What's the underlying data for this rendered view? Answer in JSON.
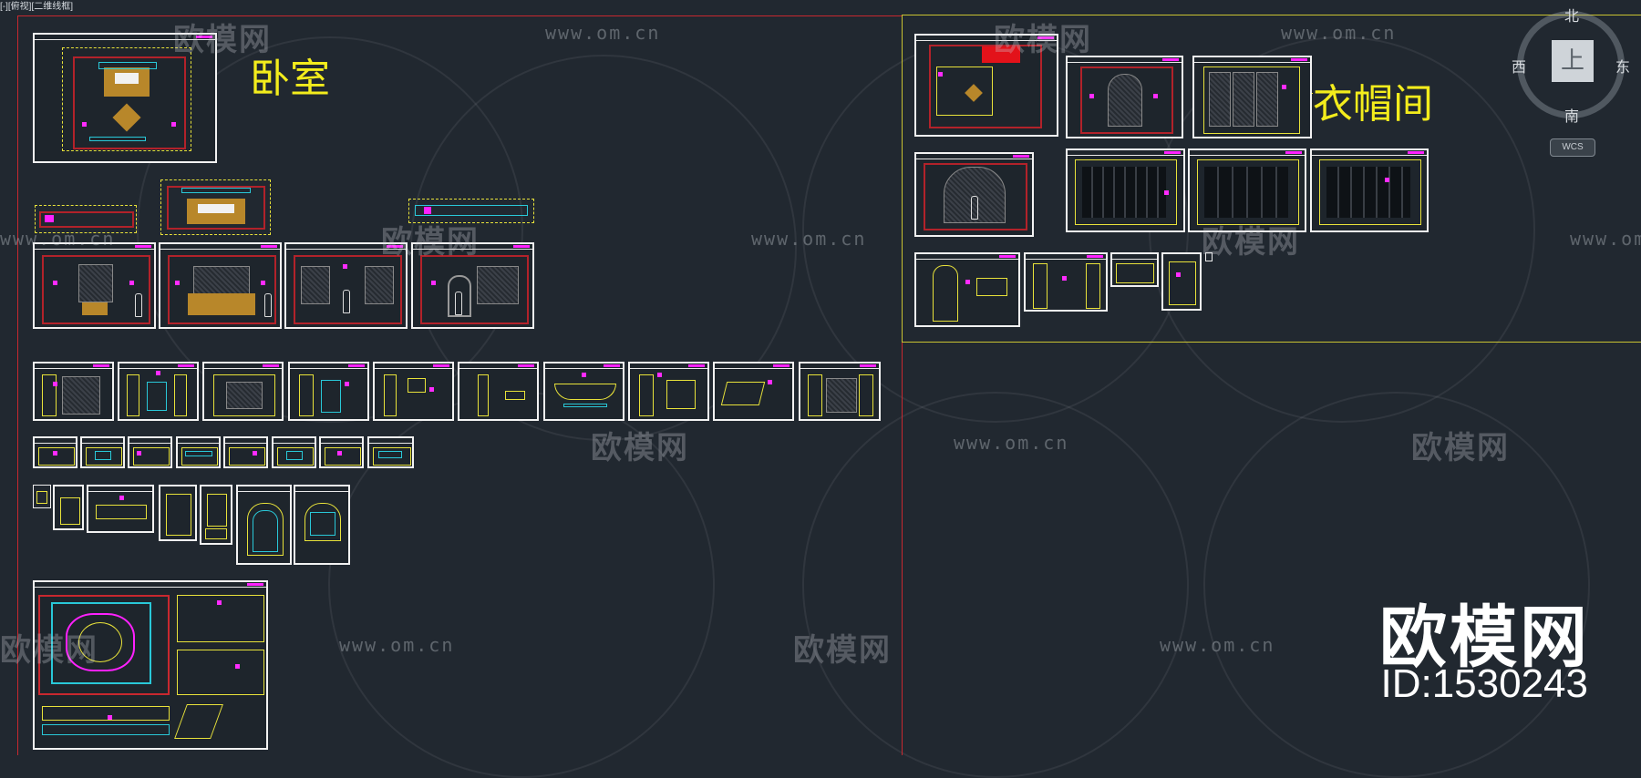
{
  "viewport": {
    "label": "[-][俯视][二维线框]"
  },
  "labels": {
    "bedroom": "卧室",
    "cloakroom": "衣帽间"
  },
  "watermarks": {
    "url": "www.om.cn",
    "logo": "欧模网"
  },
  "brand": {
    "name": "欧模网",
    "id": "ID:1530243"
  },
  "viewcube": {
    "north": "北",
    "south": "南",
    "east": "东",
    "west": "西",
    "top": "上",
    "wcs": "WCS"
  },
  "colors": {
    "background": "#212830",
    "layout_boundary": "#c8282f",
    "group_frame": "#c9c231",
    "sheet_border": "#f2f2f2",
    "label": "#f3ec1c",
    "accent_magenta": "#ff21ff",
    "accent_cyan": "#29c8d8"
  }
}
